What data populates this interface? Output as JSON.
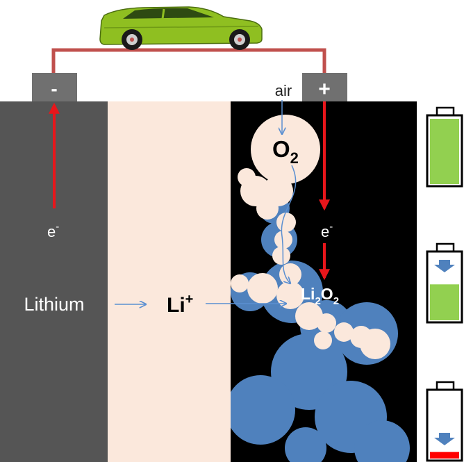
{
  "terminals": {
    "negative": "-",
    "positive": "+"
  },
  "labels": {
    "air": "air",
    "o2_base": "O",
    "o2_sub": "2",
    "electron_base": "e",
    "electron_sup": "-",
    "lithium": "Lithium",
    "li_ion_base": "Li",
    "li_ion_sup": "+",
    "li2o2_li": "Li",
    "li2o2_sub1": "2",
    "li2o2_o": "O",
    "li2o2_sub2": "2"
  },
  "battery_levels": [
    1.0,
    0.55,
    0.1
  ],
  "colors": {
    "anode": "#555555",
    "electrolyte": "#fbe8dc",
    "cathode": "#000000",
    "li2o2_deposit": "#4f81bd",
    "carbon_pores": "#fbe8dc",
    "wire": "#c0504d",
    "terminal": "#707070",
    "electron_arrow": "#e8161b",
    "ion_arrow": "#4f81bd",
    "battery_full": "#92d050",
    "battery_low": "#ff0000",
    "car_body": "#8fbf21"
  }
}
